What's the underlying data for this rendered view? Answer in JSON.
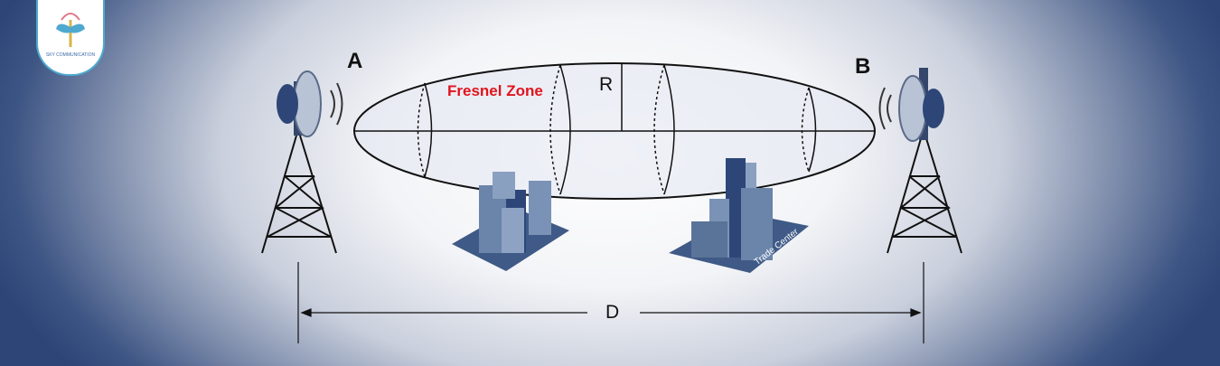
{
  "logo": {
    "text": "SKY COMMUNICATION"
  },
  "labels": {
    "point_a": "A",
    "point_b": "B",
    "zone": "Fresnel Zone",
    "radius": "R",
    "distance": "D",
    "building_sign": "Trade Center"
  },
  "colors": {
    "zone_label": "#e0141e",
    "navy": "#2d4677",
    "building": "#5a7398"
  }
}
